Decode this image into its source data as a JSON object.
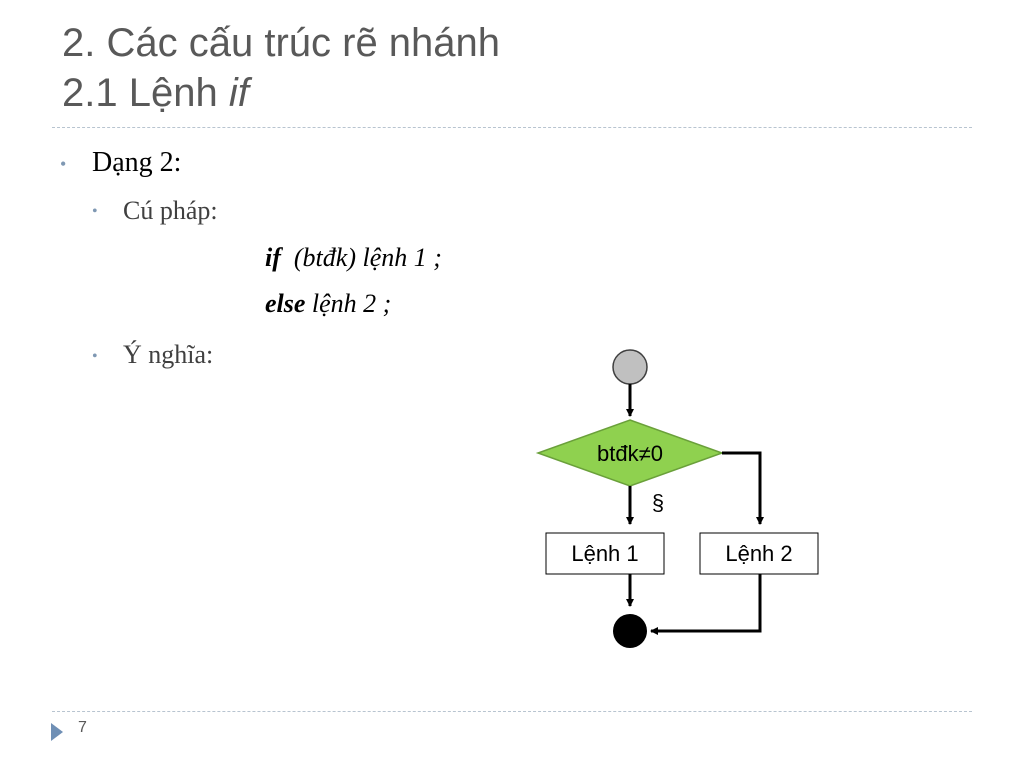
{
  "slide": {
    "title_line1": "2. Các cấu trúc rẽ nhánh",
    "title_line2_prefix": "2.1 Lệnh ",
    "title_line2_keyword": "if",
    "page_number": "7"
  },
  "content": {
    "bullet1": "Dạng 2:",
    "sub_syntax": "Cú pháp:",
    "code_line1_kw": "if",
    "code_line1_rest": "  (btđk) lệnh 1 ;",
    "code_line2_kw": "else",
    "code_line2_rest": " lệnh 2 ;",
    "sub_meaning": "Ý nghĩa:"
  },
  "flowchart": {
    "condition": "btđk≠0",
    "false_marker": "§",
    "box1": "Lệnh 1",
    "box2": "Lệnh 2",
    "colors": {
      "decision_fill": "#8fd14f",
      "start_fill": "#c0c0c0",
      "end_fill": "#000000"
    }
  },
  "icons": {
    "footer": "triangle-right-icon",
    "bullet": "bullet-dot-icon"
  }
}
